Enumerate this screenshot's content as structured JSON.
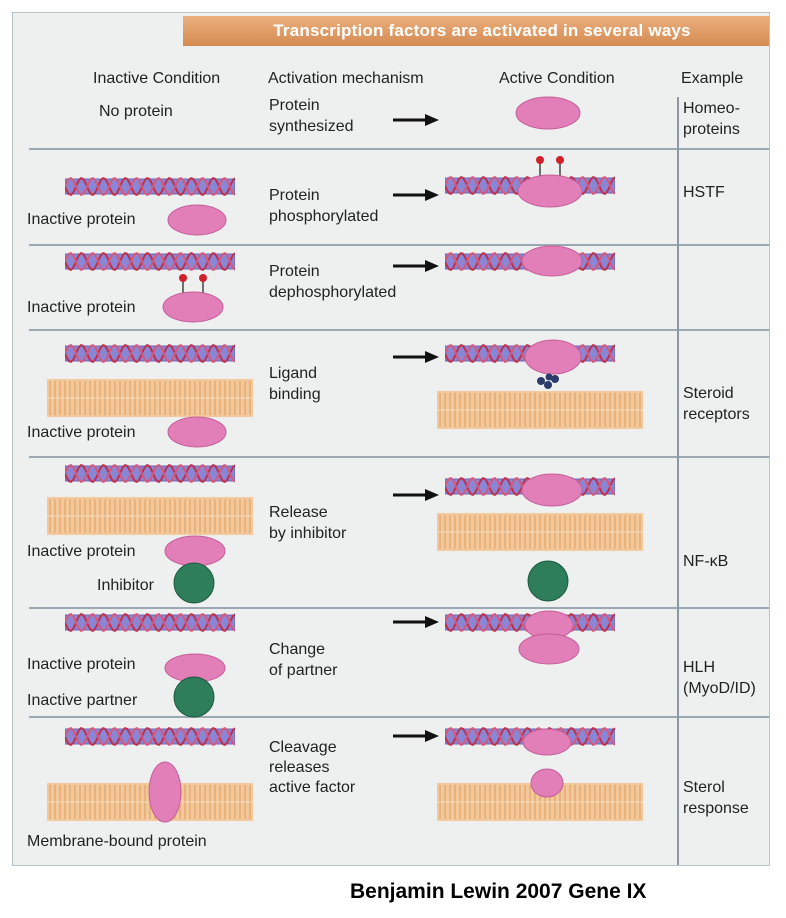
{
  "title": "Transcription factors are activated in several ways",
  "headers": {
    "inactive": "Inactive Condition",
    "mechanism": "Activation mechanism",
    "active": "Active Condition",
    "example": "Example"
  },
  "rows": [
    {
      "inactive_label": "No protein",
      "mechanism": [
        "Protein",
        "synthesized"
      ],
      "example": [
        "Homeo-",
        "proteins"
      ]
    },
    {
      "inactive_label": "Inactive protein",
      "mechanism": [
        "Protein",
        "phosphorylated"
      ],
      "example": [
        "HSTF"
      ]
    },
    {
      "inactive_label": "Inactive protein",
      "mechanism": [
        "Protein",
        "dephosphorylated"
      ],
      "example": []
    },
    {
      "inactive_label": "Inactive protein",
      "mechanism": [
        "Ligand",
        "binding"
      ],
      "example": [
        "Steroid",
        "receptors"
      ]
    },
    {
      "inactive_label": "Inactive protein",
      "inactive_label2": "Inhibitor",
      "mechanism": [
        "Release",
        "by inhibitor"
      ],
      "example": [
        "NF-κB"
      ]
    },
    {
      "inactive_label": "Inactive protein",
      "inactive_label2": "Inactive partner",
      "mechanism": [
        "Change",
        "of partner"
      ],
      "example": [
        "HLH",
        "(MyoD/ID)"
      ]
    },
    {
      "inactive_label": "Membrane-bound protein",
      "mechanism": [
        "Cleavage",
        "releases",
        "active factor"
      ],
      "example": [
        "Sterol",
        "response"
      ]
    }
  ],
  "credit": "Benjamin Lewin 2007 Gene IX",
  "colors": {
    "header_bar": "#d58a52",
    "protein": "#e27fb8",
    "inhibitor": "#2e7d5b",
    "dna_band": "#8a86d6",
    "dna_strand": "#c0304a",
    "membrane": "#f3c89a",
    "phosphate": "#d0202a",
    "ligand": "#2a3a6a"
  }
}
